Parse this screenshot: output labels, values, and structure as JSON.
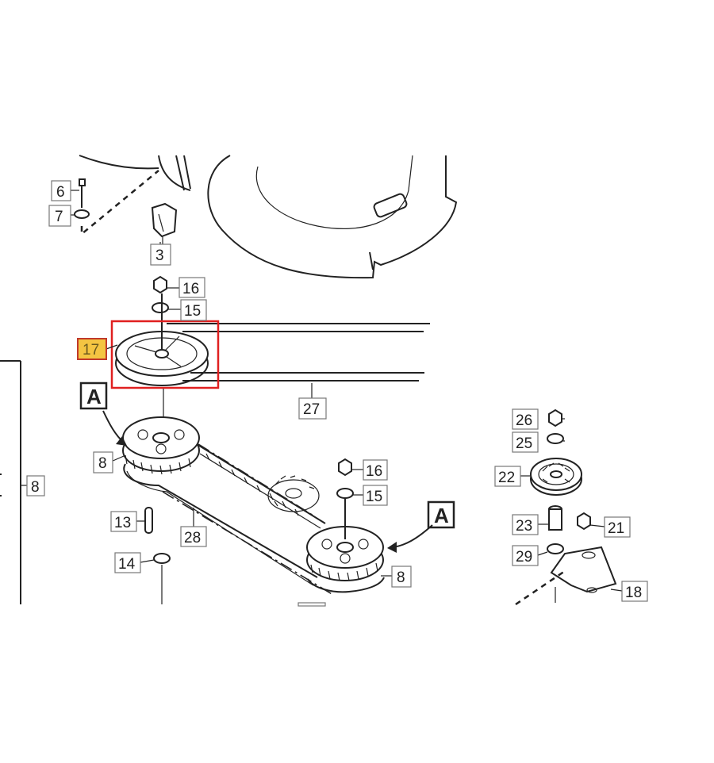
{
  "labels": {
    "p6": "6",
    "p7": "7",
    "p3": "3",
    "p16a": "16",
    "p15a": "15",
    "p17": "17",
    "p27": "27",
    "p8a": "8",
    "p8b": "8",
    "p8c": "8",
    "p13": "13",
    "p28": "28",
    "p14": "14",
    "p16b": "16",
    "p15b": "15",
    "p26": "26",
    "p25": "25",
    "p22": "22",
    "p23": "23",
    "p21": "21",
    "p29": "29",
    "p18": "18"
  },
  "markers": {
    "a1": "A",
    "a2": "A"
  },
  "highlight": {
    "part": "17",
    "label_fill": "#f4c542",
    "box_color": "#e02020"
  }
}
